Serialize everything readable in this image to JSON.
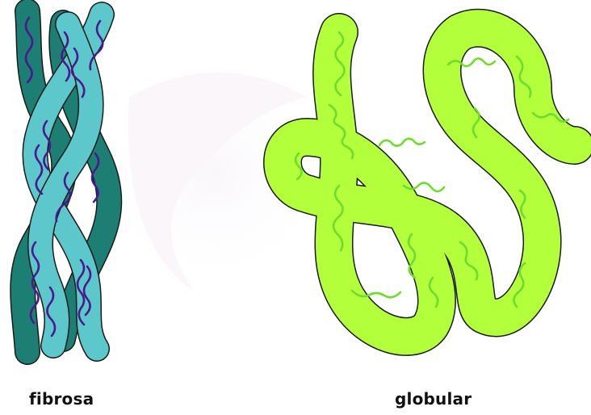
{
  "labels": {
    "fibrous": "fibrosa",
    "globular": "globular"
  },
  "colors": {
    "fibrous_dark": "#1d7f74",
    "fibrous_light": "#5cc8cc",
    "fibrous_chain": "#4a1a8c",
    "globular_fill": "#b4ff3c",
    "globular_chain": "#6edc2a",
    "outline": "#1a1a1a"
  },
  "figures": [
    {
      "name": "fibrous-protein",
      "label_key": "fibrous"
    },
    {
      "name": "globular-protein",
      "label_key": "globular"
    }
  ]
}
